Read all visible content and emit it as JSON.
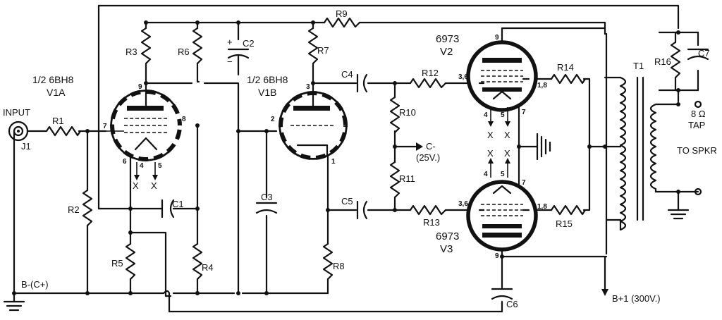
{
  "labels": {
    "input": "INPUT",
    "j1": "J1",
    "r1": "R1",
    "r2": "R2",
    "r3": "R3",
    "r4": "R4",
    "r5": "R5",
    "r6": "R6",
    "r7": "R7",
    "r8": "R8",
    "r9": "R9",
    "r10": "R10",
    "r11": "R11",
    "r12": "R12",
    "r13": "R13",
    "r14": "R14",
    "r15": "R15",
    "r16": "R16",
    "c1": "C1",
    "c2": "C2",
    "c3": "C3",
    "c4": "C4",
    "c5": "C5",
    "c6": "C6",
    "c7": "C7",
    "t1": "T1",
    "tube_a_line1": "1/2 6BH8",
    "tube_a_line2": "V1A",
    "tube_b_line1": "1/2 6BH8",
    "tube_b_line2": "V1B",
    "v2_type": "6973",
    "v2": "V2",
    "v3_type": "6973",
    "v3": "V3",
    "c_minus": "C-",
    "c_minus_v": "(25V.)",
    "b_minus": "B-(C+)",
    "b_plus": "B+1 (300V.)",
    "tap": "8 Ω",
    "tap2": "TAP",
    "to_spkr": "TO SPKR",
    "plus": "+",
    "minus": "−",
    "x": "X"
  },
  "pins": {
    "va_grid": "7",
    "va_plate": "9",
    "va_cath": "6",
    "va_p4": "4",
    "va_p5": "5",
    "va_p8": "8",
    "vb_grid": "2",
    "vb_plate": "3",
    "vb_cath": "1",
    "v2_top": "9",
    "v2_grid": "3,6",
    "v2_screen": "1,8",
    "v2_4": "4",
    "v2_5": "5",
    "v2_7": "7",
    "v3_bot": "9",
    "v3_grid": "3,6",
    "v3_screen": "1,8",
    "v3_4": "4",
    "v3_5": "5",
    "v3_7": "7"
  }
}
